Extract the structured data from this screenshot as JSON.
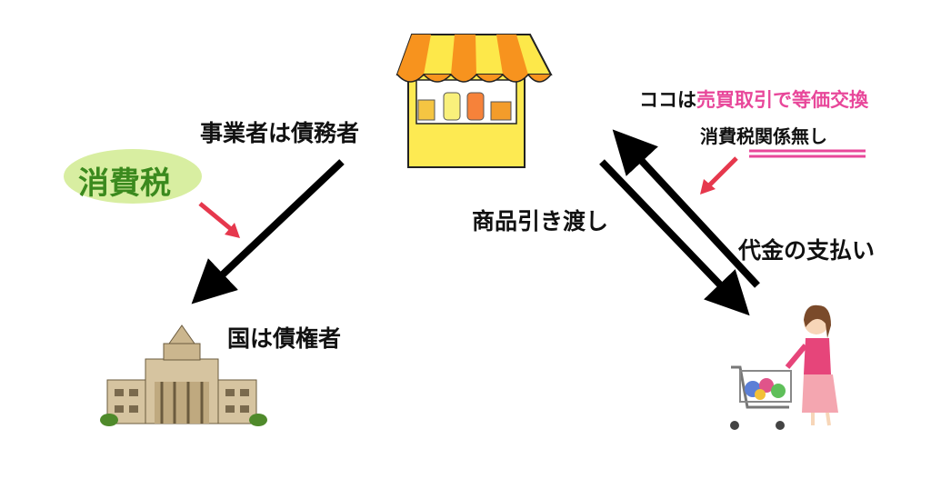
{
  "labels": {
    "business_debtor": "事業者は債務者",
    "state_creditor": "国は債権者",
    "goods_delivery": "商品引き渡し",
    "payment": "代金の支払い",
    "consumption_tax": "消費税"
  },
  "note": {
    "prefix": "ココは",
    "highlight": "売買取引で等価交換",
    "line2": "消費税関係無し"
  },
  "colors": {
    "highlight_pink": "#e8479a",
    "red_arrow": "#e6384d",
    "badge_green": "#d8eea1",
    "tax_green": "#3b8a1e",
    "awning_orange": "#f7931e",
    "awning_yellow": "#fde84a",
    "building_tan": "#d6c4a0",
    "woman_pink": "#e6457a"
  },
  "icons": [
    "market-stall-icon",
    "government-building-icon",
    "shopper-with-cart-icon"
  ]
}
